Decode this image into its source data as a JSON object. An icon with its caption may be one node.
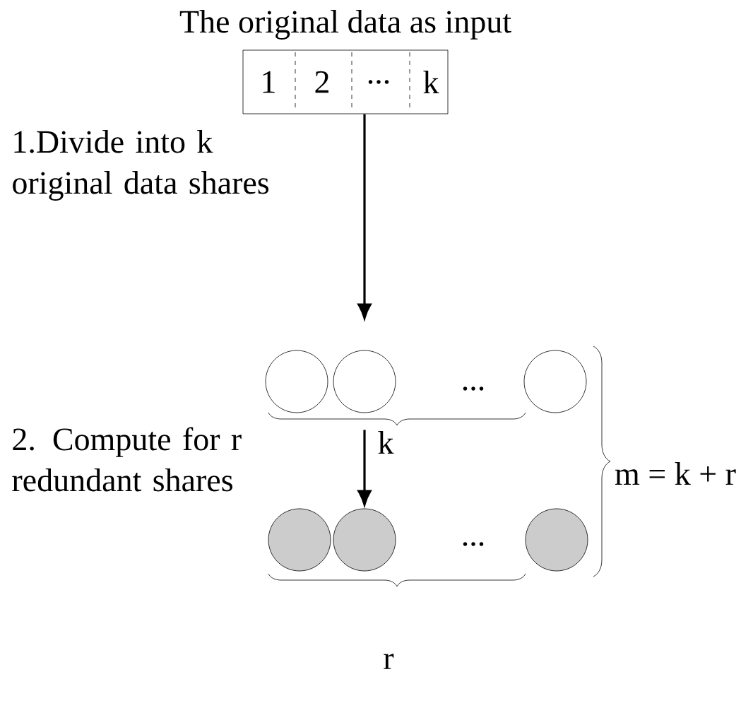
{
  "diagram": {
    "nodes": [
      {
        "text": [
          "The original data as input",
          "1",
          "2",
          "...",
          "k"
        ]
      },
      {
        "text": [],
        "shape": "circle"
      },
      {
        "text": [],
        "shape": "circle"
      },
      {
        "text": [],
        "shape": "circle"
      },
      {
        "text": [],
        "shape": "circle"
      },
      {
        "text": [],
        "shape": "circle"
      },
      {
        "text": [],
        "shape": "circle"
      }
    ],
    "edges": [
      {
        "from": 0,
        "to": 2,
        "arrow": "to",
        "label": "1.Divide into k original data shares"
      },
      {
        "from": 2,
        "to": 5,
        "arrow": "to",
        "label": "2. Compute for r redundant shares"
      }
    ],
    "labels": [
      "...",
      "k",
      "...",
      "r",
      "m = k + r"
    ]
  }
}
